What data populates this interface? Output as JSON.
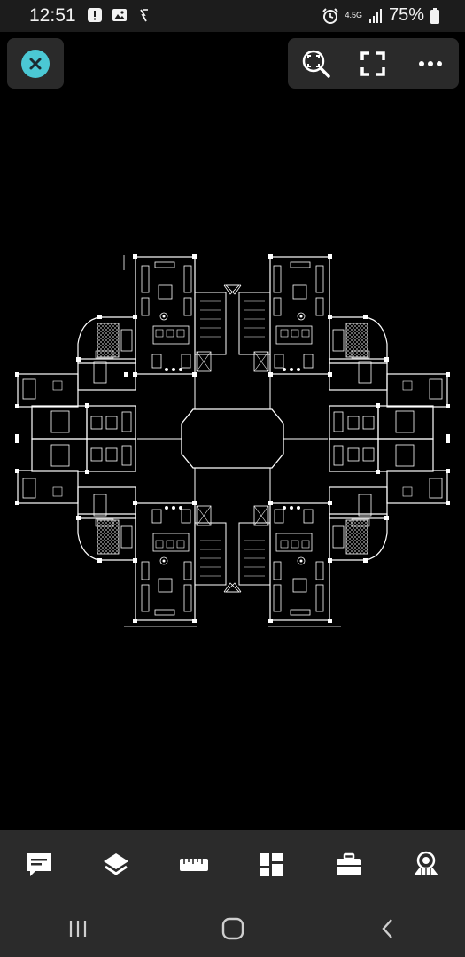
{
  "status_bar": {
    "time": "12:51",
    "network": "4.5G",
    "battery": "75%",
    "icons": [
      "alert-icon",
      "image-icon",
      "signal-tool-icon",
      "alarm-icon",
      "signal-icon",
      "battery-icon"
    ]
  },
  "top_controls": {
    "close_icon": "close-icon",
    "zoom_icon": "zoom-extents-icon",
    "fullscreen_icon": "fullscreen-icon",
    "more_icon": "more-icon"
  },
  "bottom_tools": [
    "comment-icon",
    "layers-icon",
    "measure-icon",
    "layout-icon",
    "toolbox-icon",
    "view-3d-icon"
  ],
  "nav": [
    "recents-icon",
    "home-icon",
    "back-icon"
  ],
  "colors": {
    "accent": "#4bc8d4",
    "panel": "#2b2b2b",
    "canvas": "#000000",
    "drawing_lines": "#ffffff"
  }
}
